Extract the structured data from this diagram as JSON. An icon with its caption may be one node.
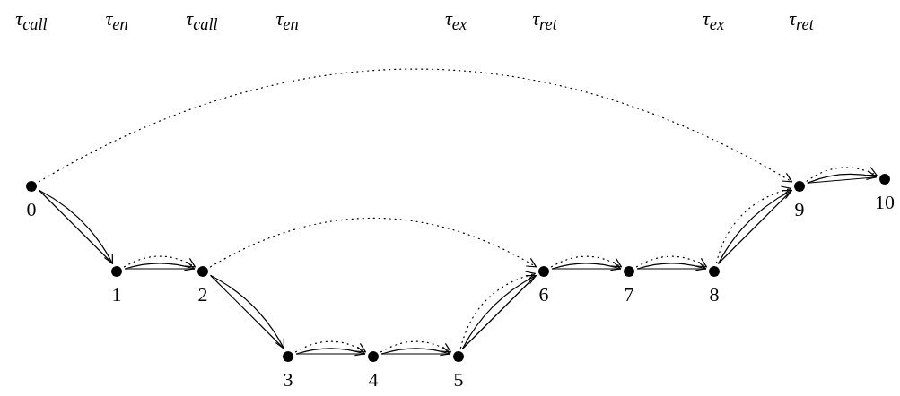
{
  "diagram": {
    "nodes": [
      {
        "text": [],
        "shape": "circle",
        "beside": [
          "0"
        ]
      },
      {
        "text": [],
        "shape": "circle",
        "beside": [
          "1"
        ]
      },
      {
        "text": [],
        "shape": "circle",
        "beside": [
          "2"
        ]
      },
      {
        "text": [],
        "shape": "circle",
        "beside": [
          "3"
        ]
      },
      {
        "text": [],
        "shape": "circle",
        "beside": [
          "4"
        ]
      },
      {
        "text": [],
        "shape": "circle",
        "beside": [
          "5"
        ]
      },
      {
        "text": [],
        "shape": "circle",
        "beside": [
          "6"
        ]
      },
      {
        "text": [],
        "shape": "circle",
        "beside": [
          "7"
        ]
      },
      {
        "text": [],
        "shape": "circle",
        "beside": [
          "8"
        ]
      },
      {
        "text": [],
        "shape": "circle",
        "beside": [
          "9"
        ]
      },
      {
        "text": [],
        "shape": "circle",
        "beside": [
          "10"
        ]
      }
    ],
    "edges": [
      {
        "from": 0,
        "to": 1,
        "arrow": "none"
      },
      {
        "from": 0,
        "to": 1,
        "arrow": "to"
      },
      {
        "from": 1,
        "to": 2,
        "arrow": "none"
      },
      {
        "from": 1,
        "to": 2,
        "arrow": "to"
      },
      {
        "from": 2,
        "to": 3,
        "arrow": "none"
      },
      {
        "from": 2,
        "to": 3,
        "arrow": "to"
      },
      {
        "from": 3,
        "to": 4,
        "arrow": "none"
      },
      {
        "from": 3,
        "to": 4,
        "arrow": "to"
      },
      {
        "from": 4,
        "to": 5,
        "arrow": "none"
      },
      {
        "from": 4,
        "to": 5,
        "arrow": "to"
      },
      {
        "from": 5,
        "to": 6,
        "arrow": "none"
      },
      {
        "from": 5,
        "to": 6,
        "arrow": "to"
      },
      {
        "from": 6,
        "to": 7,
        "arrow": "none"
      },
      {
        "from": 6,
        "to": 7,
        "arrow": "to"
      },
      {
        "from": 7,
        "to": 8,
        "arrow": "none"
      },
      {
        "from": 7,
        "to": 8,
        "arrow": "to"
      },
      {
        "from": 8,
        "to": 9,
        "arrow": "none"
      },
      {
        "from": 8,
        "to": 9,
        "arrow": "to"
      },
      {
        "from": 9,
        "to": 10,
        "arrow": "none"
      },
      {
        "from": 9,
        "to": 10,
        "arrow": "to"
      },
      {
        "from": 0,
        "to": 9,
        "arrow": "to",
        "style": "dashed"
      },
      {
        "from": 1,
        "to": 2,
        "arrow": "to",
        "style": "dashed"
      },
      {
        "from": 2,
        "to": 6,
        "arrow": "to",
        "style": "dashed"
      },
      {
        "from": 3,
        "to": 4,
        "arrow": "to",
        "style": "dashed"
      },
      {
        "from": 4,
        "to": 5,
        "arrow": "to",
        "style": "dashed"
      },
      {
        "from": 5,
        "to": 6,
        "arrow": "to",
        "style": "dashed"
      },
      {
        "from": 6,
        "to": 7,
        "arrow": "to",
        "style": "dashed"
      },
      {
        "from": 7,
        "to": 8,
        "arrow": "to",
        "style": "dashed"
      },
      {
        "from": 8,
        "to": 9,
        "arrow": "to",
        "style": "dashed"
      },
      {
        "from": 9,
        "to": 10,
        "arrow": "to",
        "style": "dashed"
      }
    ],
    "labels": [
      "τ$_{call}$",
      "τ$_{en}$",
      "τ$_{call}$",
      "τ$_{en}$",
      "τ$_{ex}$",
      "τ$_{ret}$",
      "τ$_{ex}$",
      "τ$_{ret}$"
    ]
  }
}
